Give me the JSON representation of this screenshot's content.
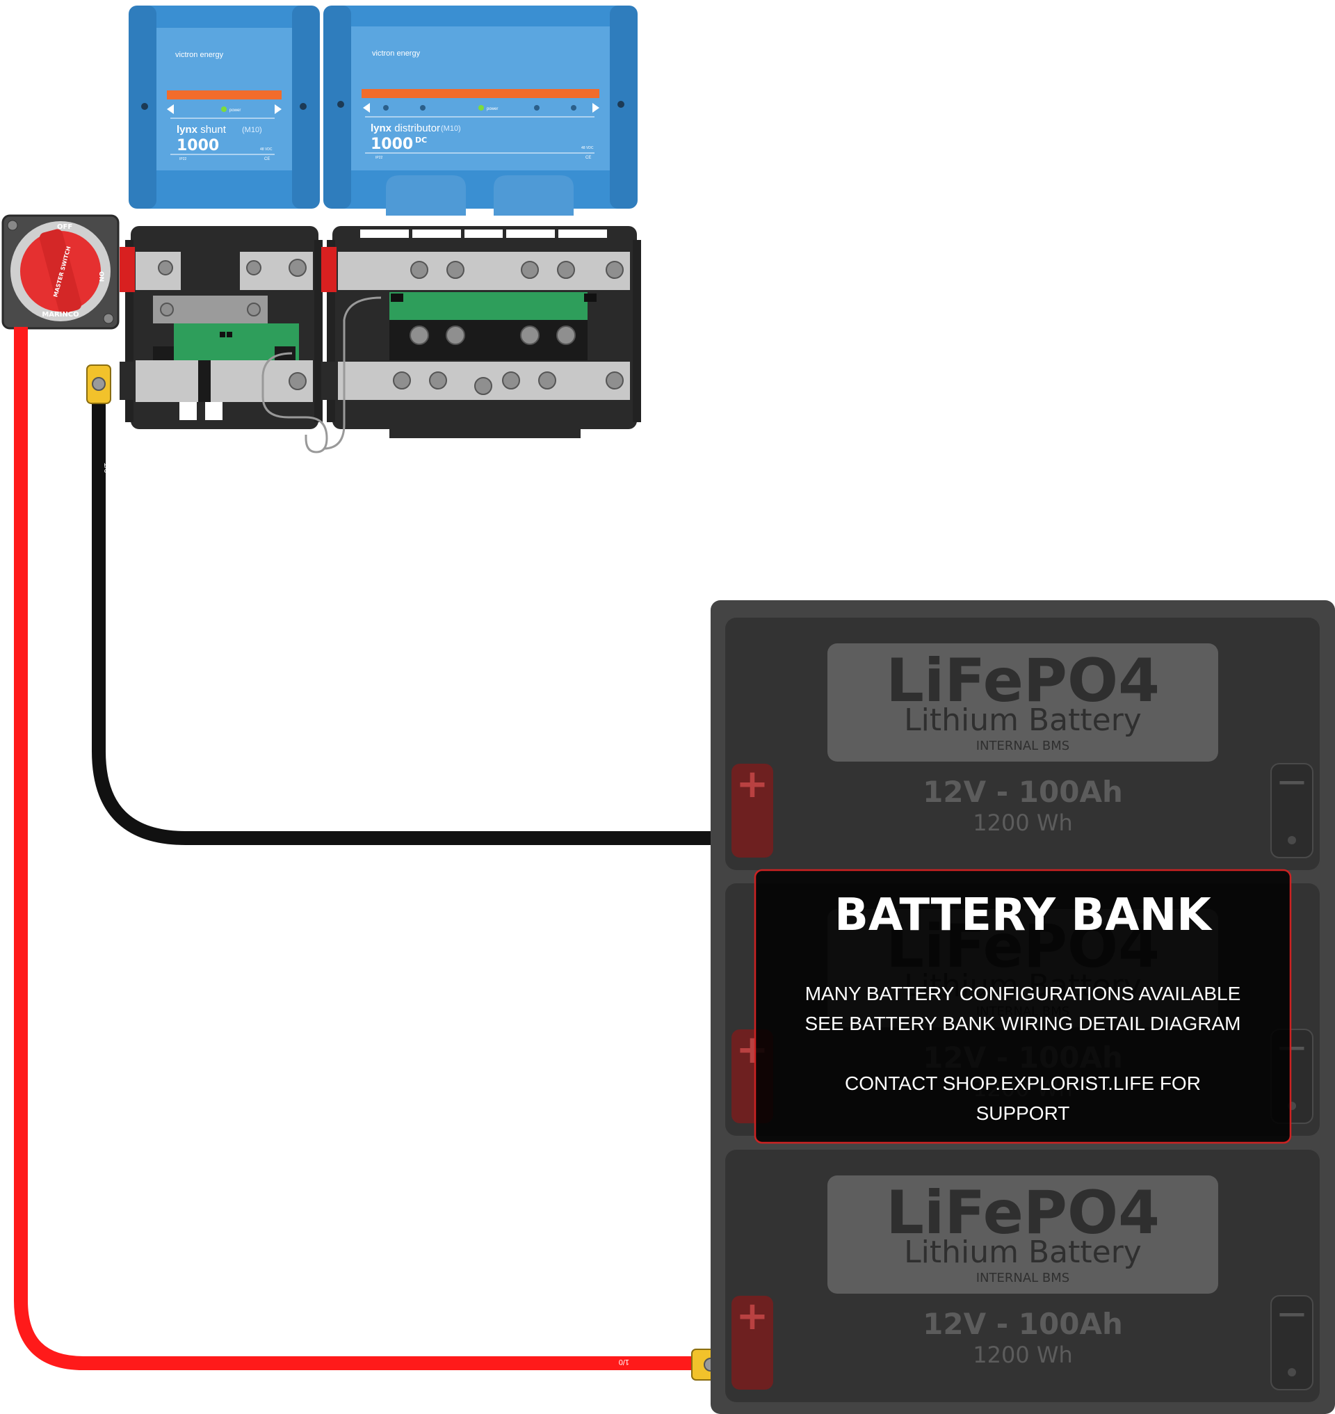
{
  "colors": {
    "positive_cable": "#ff1a1a",
    "negative_cable": "#111111",
    "victron_blue": "#3a8fd2",
    "victron_orange": "#f26c2b",
    "battery_case": "#444444",
    "battery_cell": "#333333",
    "battery_label": "#5e5e5e",
    "lug_yellow": "#f2c22b",
    "callout_border": "#cc2222",
    "busbar_gray": "#c8c8c8"
  },
  "lynx_shunt": {
    "brand": "victron energy",
    "led_label": "power",
    "name_bold": "lynx",
    "name_rest": "shunt",
    "model": "(M10)",
    "rating": "1000",
    "ip": "IP22",
    "ce": "CE",
    "voltage": "48 VDC"
  },
  "lynx_distributor": {
    "brand": "victron energy",
    "led_label": "power",
    "name_bold": "lynx",
    "name_rest": "distributor",
    "model": "(M10)",
    "rating": "1000",
    "rating_unit": "DC",
    "ip": "IP22",
    "ce": "CE",
    "voltage": "48 VDC"
  },
  "battery_switch": {
    "off_label": "OFF",
    "on_label": "ON",
    "knob_text": "MASTER SWITCH",
    "brand": "MARINCO"
  },
  "cables": {
    "gauge_label": "1/0"
  },
  "batteries": [
    {
      "brand": "LiFePO4",
      "type": "Lithium Battery",
      "bms": "INTERNAL BMS",
      "spec": "12V - 100Ah",
      "energy": "1200 Wh"
    },
    {
      "brand": "LiFePO4",
      "type": "Lithium Battery",
      "bms": "INTERNAL BMS",
      "spec": "12V - 100Ah",
      "energy": "1200 Wh"
    },
    {
      "brand": "LiFePO4",
      "type": "Lithium Battery",
      "bms": "INTERNAL BMS",
      "spec": "12V - 100Ah",
      "energy": "1200 Wh"
    }
  ],
  "battery_symbols": {
    "positive": "+",
    "negative": "−"
  },
  "callout": {
    "title": "BATTERY BANK",
    "line1": "MANY BATTERY CONFIGURATIONS AVAILABLE",
    "line2": "SEE BATTERY BANK WIRING DETAIL DIAGRAM",
    "line3": "CONTACT SHOP.EXPLORIST.LIFE FOR",
    "line4": "SUPPORT"
  }
}
